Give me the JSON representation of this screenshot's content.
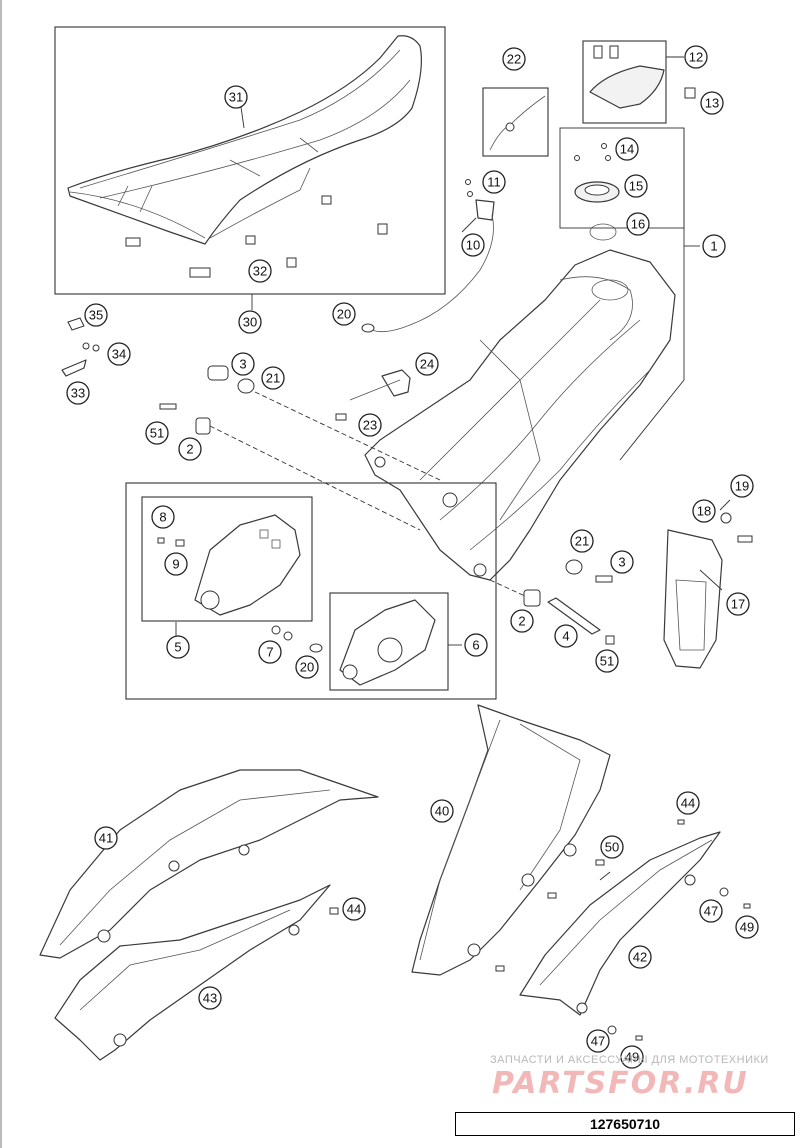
{
  "drawing_number": "127650710",
  "watermark": {
    "tagline": "ЗАПЧАСТИ И АКСЕССУАРЫ ДЛЯ МОТОТЕХНИКИ",
    "logo_text": "PARTSFOR.RU"
  },
  "callouts": {
    "c1": "1",
    "c2a": "2",
    "c2b": "2",
    "c3a": "3",
    "c3b": "3",
    "c4": "4",
    "c5": "5",
    "c6": "6",
    "c7": "7",
    "c8": "8",
    "c9": "9",
    "c10": "10",
    "c11": "11",
    "c12": "12",
    "c13": "13",
    "c14": "14",
    "c15": "15",
    "c16": "16",
    "c17": "17",
    "c18": "18",
    "c19": "19",
    "c20a": "20",
    "c20b": "20",
    "c21a": "21",
    "c21b": "21",
    "c22": "22",
    "c23": "23",
    "c24": "24",
    "c30": "30",
    "c31": "31",
    "c32": "32",
    "c33": "33",
    "c34": "34",
    "c35": "35",
    "c40": "40",
    "c41": "41",
    "c42": "42",
    "c43": "43",
    "c44a": "44",
    "c44b": "44",
    "c47a": "47",
    "c47b": "47",
    "c49a": "49",
    "c49b": "49",
    "c50": "50",
    "c51a": "51",
    "c51b": "51"
  }
}
